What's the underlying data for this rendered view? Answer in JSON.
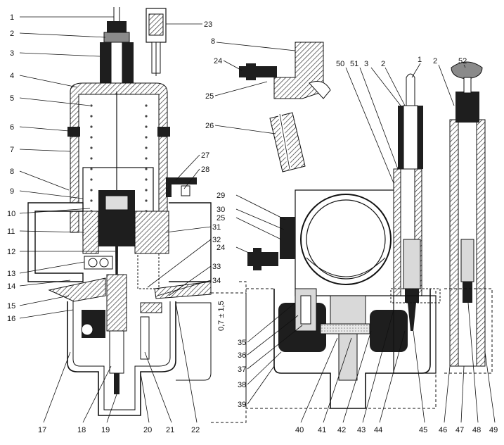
{
  "labels": [
    {
      "id": "1",
      "text": "1"
    },
    {
      "id": "2",
      "text": "2"
    },
    {
      "id": "3",
      "text": "3"
    },
    {
      "id": "4",
      "text": "4"
    },
    {
      "id": "5",
      "text": "5"
    },
    {
      "id": "6",
      "text": "6"
    },
    {
      "id": "7",
      "text": "7"
    },
    {
      "id": "8",
      "text": "8"
    },
    {
      "id": "9",
      "text": "9"
    },
    {
      "id": "10",
      "text": "10"
    },
    {
      "id": "11",
      "text": "11"
    },
    {
      "id": "12",
      "text": "12"
    },
    {
      "id": "13",
      "text": "13"
    },
    {
      "id": "14",
      "text": "14"
    },
    {
      "id": "15",
      "text": "15"
    },
    {
      "id": "16",
      "text": "16"
    },
    {
      "id": "17",
      "text": "17"
    },
    {
      "id": "18",
      "text": "18"
    },
    {
      "id": "19",
      "text": "19"
    },
    {
      "id": "20",
      "text": "20"
    },
    {
      "id": "21",
      "text": "21"
    },
    {
      "id": "22",
      "text": "22"
    },
    {
      "id": "23",
      "text": "23"
    },
    {
      "id": "8b",
      "text": "8"
    },
    {
      "id": "24",
      "text": "24"
    },
    {
      "id": "25",
      "text": "25"
    },
    {
      "id": "26",
      "text": "26"
    },
    {
      "id": "27",
      "text": "27"
    },
    {
      "id": "28",
      "text": "28"
    },
    {
      "id": "29",
      "text": "29"
    },
    {
      "id": "30",
      "text": "30"
    },
    {
      "id": "25b",
      "text": "25"
    },
    {
      "id": "31",
      "text": "31"
    },
    {
      "id": "32",
      "text": "32"
    },
    {
      "id": "24b",
      "text": "24"
    },
    {
      "id": "33",
      "text": "33"
    },
    {
      "id": "34",
      "text": "34"
    },
    {
      "id": "35",
      "text": "35"
    },
    {
      "id": "36",
      "text": "36"
    },
    {
      "id": "37",
      "text": "37"
    },
    {
      "id": "38",
      "text": "38"
    },
    {
      "id": "39",
      "text": "39"
    },
    {
      "id": "50",
      "text": "50"
    },
    {
      "id": "51",
      "text": "51"
    },
    {
      "id": "3b",
      "text": "3"
    },
    {
      "id": "2b",
      "text": "2"
    },
    {
      "id": "1b",
      "text": "1"
    },
    {
      "id": "2c",
      "text": "2"
    },
    {
      "id": "52",
      "text": "52"
    },
    {
      "id": "40",
      "text": "40"
    },
    {
      "id": "41",
      "text": "41"
    },
    {
      "id": "42",
      "text": "42"
    },
    {
      "id": "43",
      "text": "43"
    },
    {
      "id": "44",
      "text": "44"
    },
    {
      "id": "45",
      "text": "45"
    },
    {
      "id": "46",
      "text": "46"
    },
    {
      "id": "47",
      "text": "47"
    },
    {
      "id": "48",
      "text": "48"
    },
    {
      "id": "49",
      "text": "49"
    }
  ],
  "dimension_note": "0,7 ± 1,5"
}
